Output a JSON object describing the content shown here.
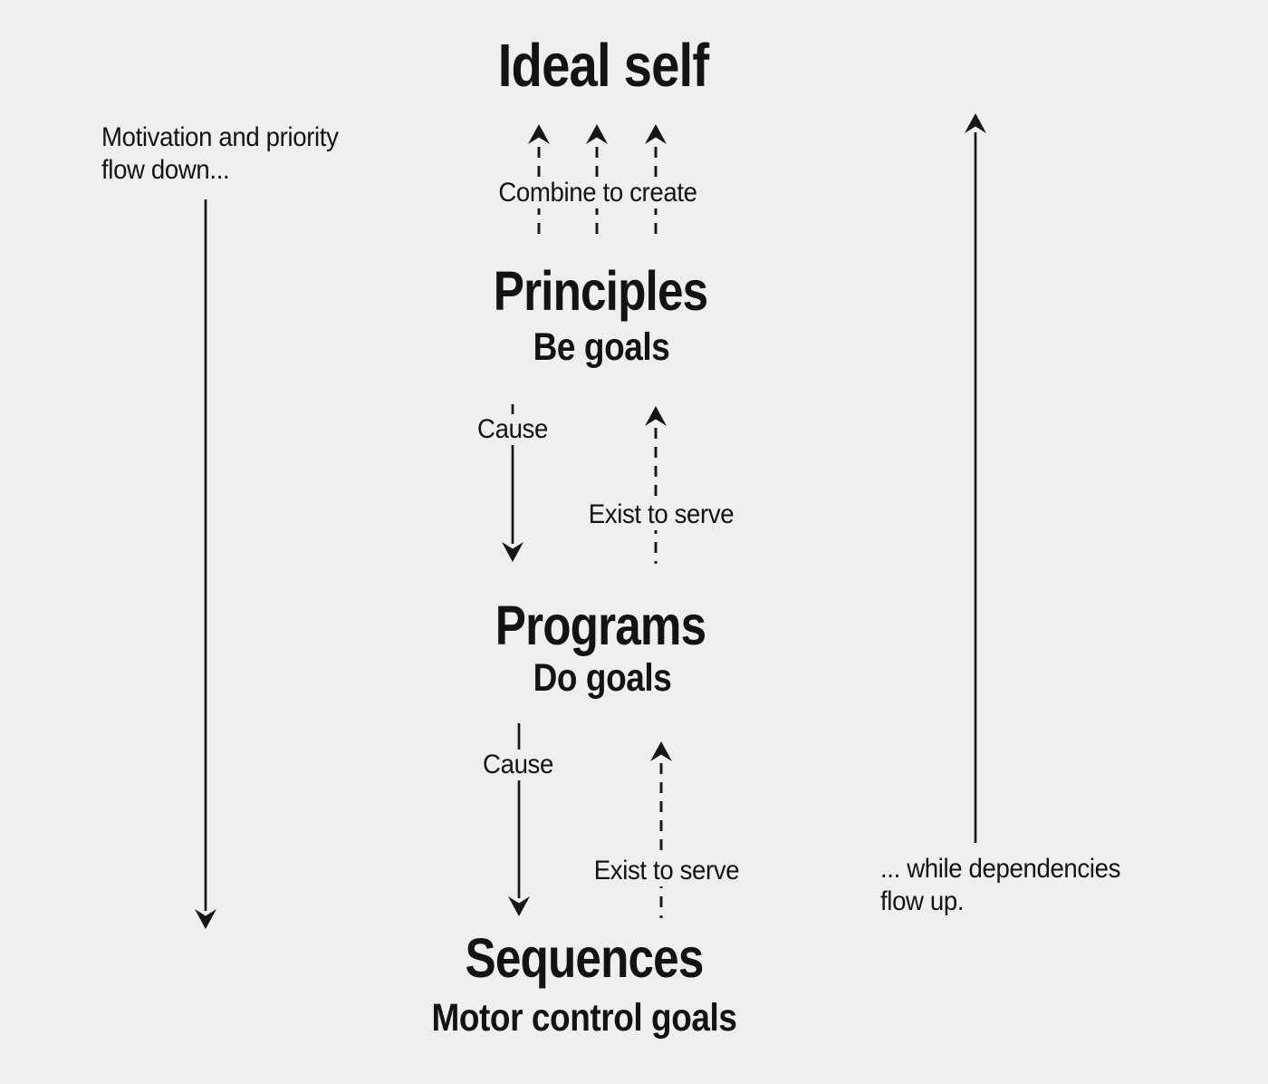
{
  "colors": {
    "background": "#f0efed",
    "text": "#131313",
    "line": "#161616"
  },
  "hierarchy": [
    {
      "title": "Ideal self",
      "subtitle": ""
    },
    {
      "title": "Principles",
      "subtitle": "Be goals"
    },
    {
      "title": "Programs",
      "subtitle": "Do goals"
    },
    {
      "title": "Sequences",
      "subtitle": "Motor control goals"
    }
  ],
  "connections": {
    "combine_label": "Combine to create",
    "cause_principles_to_programs": "Cause",
    "exist_programs_to_principles": "Exist to serve",
    "cause_programs_to_sequences": "Cause",
    "exist_sequences_to_programs": "Exist to serve"
  },
  "side_notes": {
    "left_line1": "Motivation and priority",
    "left_line2": "flow down...",
    "right_line1": "... while dependencies",
    "right_line2": "flow up."
  }
}
